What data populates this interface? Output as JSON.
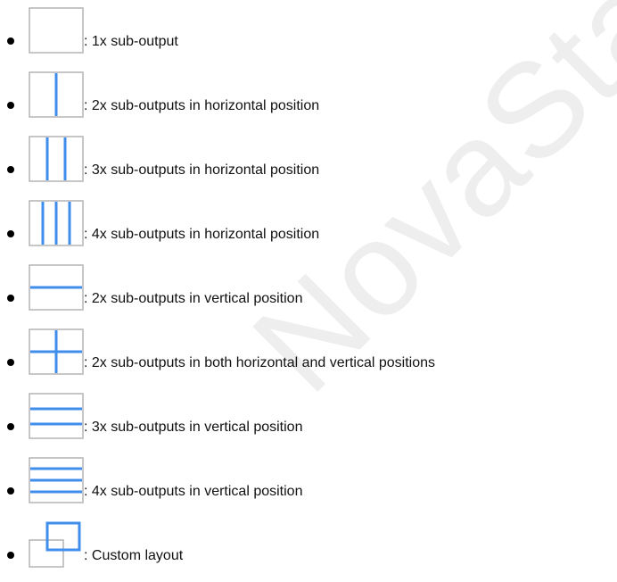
{
  "watermark": "NovaStar Tech",
  "colors": {
    "frame": "#b4b4b4",
    "divider": "#3f8eec"
  },
  "items": [
    {
      "icon": "single-layout-icon",
      "label": ": 1x sub-output"
    },
    {
      "icon": "two-horizontal-layout-icon",
      "label": ": 2x sub-outputs in horizontal position"
    },
    {
      "icon": "three-horizontal-layout-icon",
      "label": ": 3x sub-outputs in horizontal position"
    },
    {
      "icon": "four-horizontal-layout-icon",
      "label": ": 4x sub-outputs in horizontal position"
    },
    {
      "icon": "two-vertical-layout-icon",
      "label": ": 2x sub-outputs in vertical position"
    },
    {
      "icon": "grid-2x2-layout-icon",
      "label": ": 2x sub-outputs in both horizontal and vertical positions"
    },
    {
      "icon": "three-vertical-layout-icon",
      "label": ": 3x sub-outputs in vertical position"
    },
    {
      "icon": "four-vertical-layout-icon",
      "label": ": 4x sub-outputs in vertical position"
    },
    {
      "icon": "custom-layout-icon",
      "label": ": Custom layout"
    }
  ]
}
